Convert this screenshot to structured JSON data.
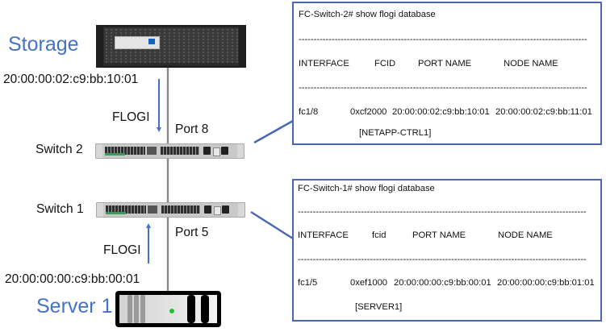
{
  "devices": {
    "storage": {
      "label": "Storage",
      "wwpn": "20:00:00:02:c9:bb:10:01"
    },
    "switch2": {
      "label": "Switch 2",
      "port": "Port 8"
    },
    "switch1": {
      "label": "Switch 1",
      "port": "Port 5"
    },
    "server": {
      "label": "Server 1",
      "wwpn": "20:00:00:00:c9:bb:00:01"
    }
  },
  "flows": {
    "storage_flogi": {
      "label": "FLOGI",
      "direction": "down"
    },
    "server_flogi": {
      "label": "FLOGI",
      "direction": "up"
    }
  },
  "cli_outputs": [
    {
      "command": "FC-Switch-2# show flogi database",
      "separator": "------------------------------------------------------------------------------------------------",
      "headers": [
        "INTERFACE",
        "FCID",
        "PORT NAME",
        "NODE NAME"
      ],
      "row": {
        "interface": "fc1/8",
        "fcid": "0xcf2000",
        "port_name": "20:00:00:02:c9:bb:10:01",
        "node_name": "20:00:00:02:c9:bb:11:01",
        "alias": "[NETAPP-CTRL1]"
      }
    },
    {
      "command": "FC-Switch-1# show flogi database",
      "separator": "------------------------------------------------------------------------------------------------",
      "headers": [
        "INTERFACE",
        "fcid",
        "PORT NAME",
        "NODE NAME"
      ],
      "row": {
        "interface": "fc1/5",
        "fcid": "0xef1000",
        "port_name": "20:00:00:00:c9:bb:00:01",
        "node_name": "20:00:00:00:c9:bb:01:01",
        "alias": "[SERVER1]"
      }
    }
  ],
  "colors": {
    "accent_blue": "#4472c4",
    "box_border": "#4a68b0",
    "cable": "#8c8c8c"
  }
}
